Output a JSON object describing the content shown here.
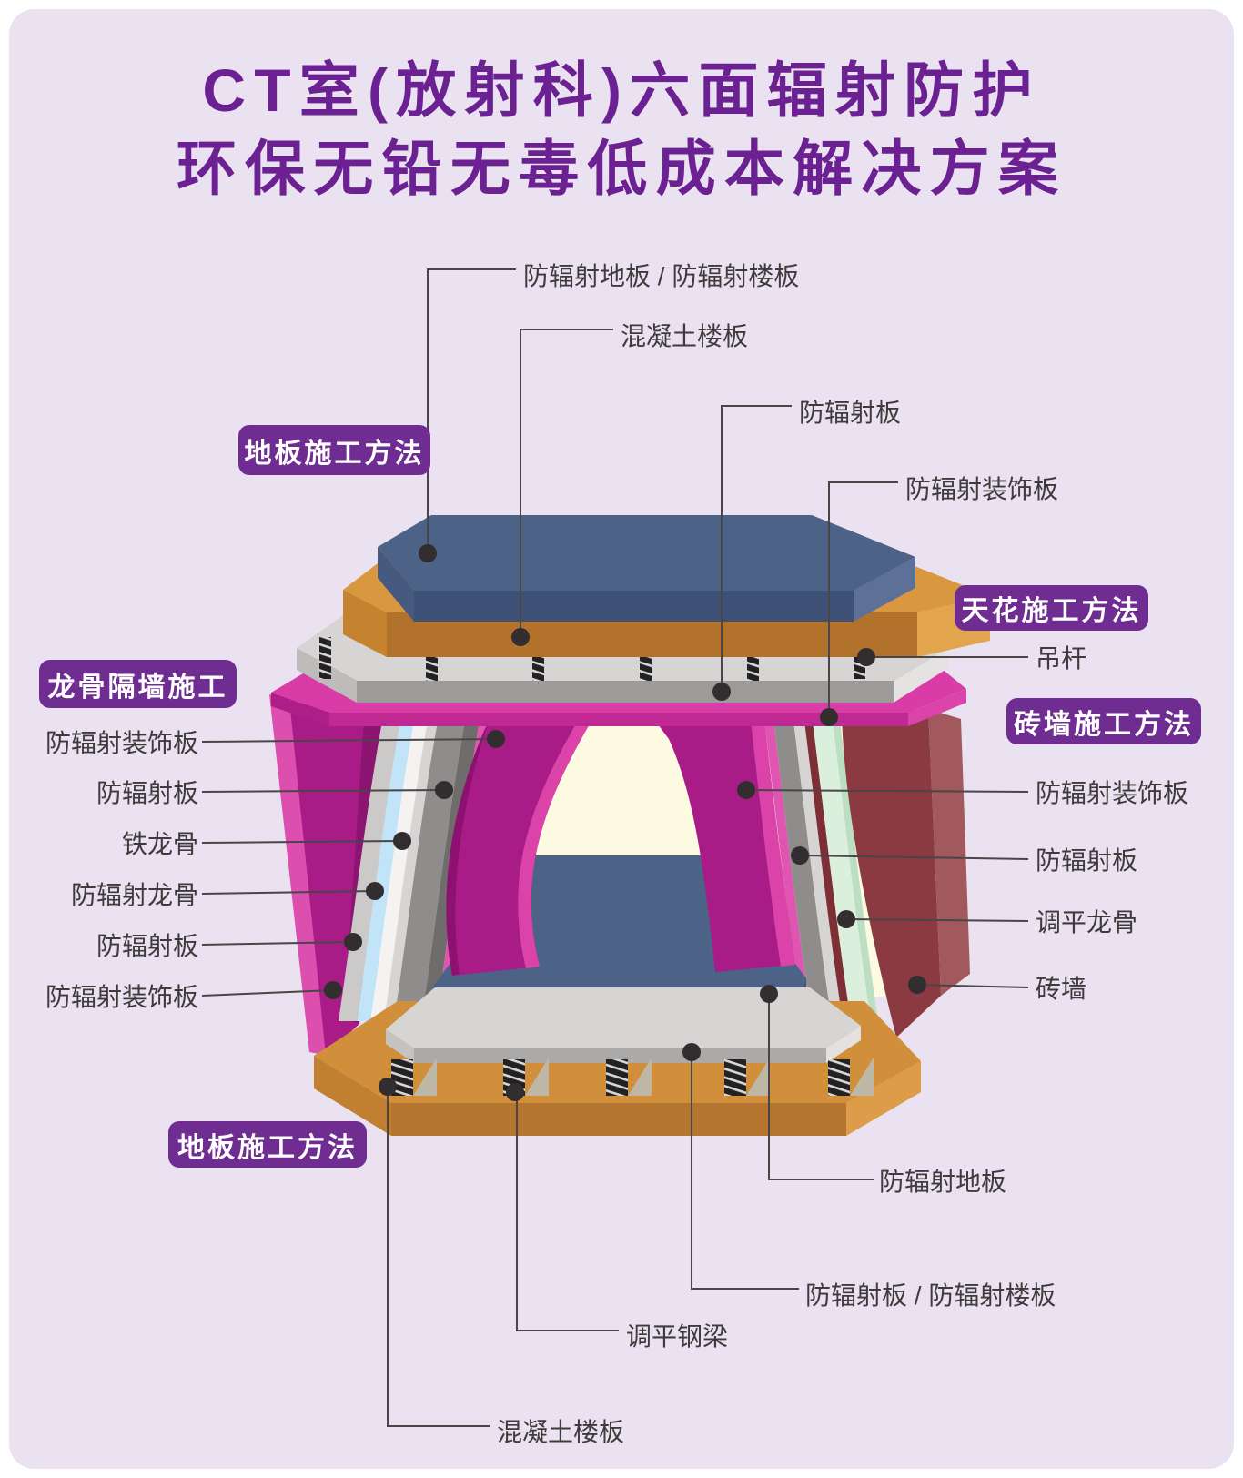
{
  "title": {
    "line1": "CT室(放射科)六面辐射防护",
    "line2": "环保无铅无毒低成本解决方案"
  },
  "badges": {
    "floor_top": "地板施工方法",
    "partition": "龙骨隔墙施工",
    "ceiling": "天花施工方法",
    "brick_wall": "砖墙施工方法",
    "floor_bottom": "地板施工方法"
  },
  "labels": {
    "top": [
      {
        "text": "防辐射地板 / 防辐射楼板"
      },
      {
        "text": "混凝土楼板"
      },
      {
        "text": "防辐射板"
      },
      {
        "text": "防辐射装饰板"
      },
      {
        "text": "吊杆"
      }
    ],
    "left": [
      {
        "text": "防辐射装饰板"
      },
      {
        "text": "防辐射板"
      },
      {
        "text": "铁龙骨"
      },
      {
        "text": "防辐射龙骨"
      },
      {
        "text": "防辐射板"
      },
      {
        "text": "防辐射装饰板"
      }
    ],
    "right": [
      {
        "text": "防辐射装饰板"
      },
      {
        "text": "防辐射板"
      },
      {
        "text": "调平龙骨"
      },
      {
        "text": "砖墙"
      }
    ],
    "bottom": [
      {
        "text": "防辐射地板"
      },
      {
        "text": "防辐射板 / 防辐射楼板"
      },
      {
        "text": "调平钢梁"
      },
      {
        "text": "混凝土楼板"
      }
    ]
  },
  "colors": {
    "background": "#EAE2F1",
    "frame": "#FFFFFF",
    "title_purple": "#6B2191",
    "badge_purple": "#6F2C91",
    "label_text": "#3F3B3D",
    "leader_line": "#4A4547",
    "slab_blue_top": "#4D6287",
    "slab_blue_front": "#3C5175",
    "slab_orange_top": "#D99840",
    "slab_orange_front": "#B3722B",
    "slab_gray_top": "#D6D5D3",
    "slab_gray_front": "#9C9B99",
    "magenta_top": "#D93CA6",
    "magenta_front": "#C02994",
    "wall_magenta": "#A91C87",
    "pink_edge": "#E055B2",
    "brick_maroon": "#8A3A40",
    "mint_green": "#DAF0DD",
    "pale_blue": "#C2E4F8",
    "interior_cream": "#FDFAE2",
    "rod_black": "#242122"
  }
}
